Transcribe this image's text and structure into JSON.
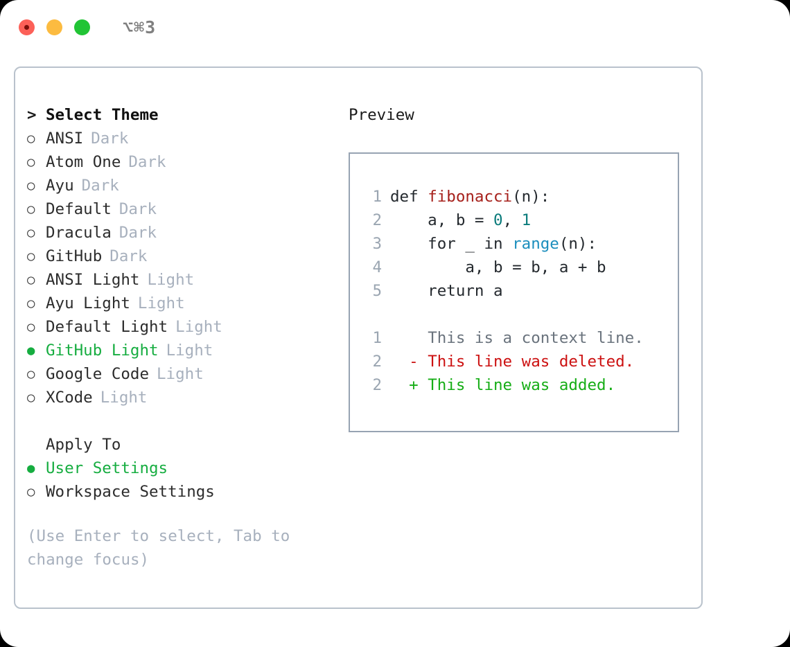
{
  "titlebar": {
    "shortcut": "⌥⌘3",
    "buttons": [
      "close",
      "minimize",
      "maximize"
    ]
  },
  "left_panel": {
    "header": {
      "caret": ">",
      "title": "Select Theme"
    },
    "radio_empty": "○",
    "radio_filled": "●",
    "themes": [
      {
        "name": "ANSI",
        "tag": "Dark",
        "selected": false
      },
      {
        "name": "Atom One",
        "tag": "Dark",
        "selected": false
      },
      {
        "name": "Ayu",
        "tag": "Dark",
        "selected": false
      },
      {
        "name": "Default",
        "tag": "Dark",
        "selected": false
      },
      {
        "name": "Dracula",
        "tag": "Dark",
        "selected": false
      },
      {
        "name": "GitHub",
        "tag": "Dark",
        "selected": false
      },
      {
        "name": "ANSI Light",
        "tag": "Light",
        "selected": false
      },
      {
        "name": "Ayu Light",
        "tag": "Light",
        "selected": false
      },
      {
        "name": "Default Light",
        "tag": "Light",
        "selected": false
      },
      {
        "name": "GitHub Light",
        "tag": "Light",
        "selected": true
      },
      {
        "name": "Google Code",
        "tag": "Light",
        "selected": false
      },
      {
        "name": "XCode",
        "tag": "Light",
        "selected": false
      }
    ],
    "apply_to": {
      "header": "Apply To",
      "options": [
        {
          "label": "User Settings",
          "selected": true
        },
        {
          "label": "Workspace Settings",
          "selected": false
        }
      ]
    },
    "hint": "(Use Enter to select, Tab to change focus)"
  },
  "right_panel": {
    "title": "Preview",
    "code": [
      {
        "lineno": "1",
        "tokens": [
          {
            "text": "def ",
            "type": "plain"
          },
          {
            "text": "fibonacci",
            "type": "fn"
          },
          {
            "text": "(n):",
            "type": "plain"
          }
        ]
      },
      {
        "lineno": "2",
        "tokens": [
          {
            "text": "    a, b = ",
            "type": "plain"
          },
          {
            "text": "0",
            "type": "num"
          },
          {
            "text": ", ",
            "type": "plain"
          },
          {
            "text": "1",
            "type": "num"
          }
        ]
      },
      {
        "lineno": "3",
        "tokens": [
          {
            "text": "    for _ in ",
            "type": "plain"
          },
          {
            "text": "range",
            "type": "builtin"
          },
          {
            "text": "(n):",
            "type": "plain"
          }
        ]
      },
      {
        "lineno": "4",
        "tokens": [
          {
            "text": "        a, b = b, a + b",
            "type": "plain"
          }
        ]
      },
      {
        "lineno": "5",
        "tokens": [
          {
            "text": "    return a",
            "type": "plain"
          }
        ]
      }
    ],
    "diff": [
      {
        "lineno": "1",
        "marker": " ",
        "text": "This is a context line.",
        "type": "ctx"
      },
      {
        "lineno": "2",
        "marker": "-",
        "text": "This line was deleted.",
        "type": "del"
      },
      {
        "lineno": "2",
        "marker": "+",
        "text": "This line was added.",
        "type": "add"
      }
    ]
  },
  "colors": {
    "selected_green": "#16ad40",
    "muted_gray": "#a7b0bd",
    "panel_border": "#b9c2cc",
    "preview_border": "#97a3b2",
    "lineno": "#9aa5b1",
    "fn_red": "#a6201b",
    "builtin_blue": "#1b8ebd",
    "number_teal": "#0a7b7b",
    "diff_del": "#cc1111",
    "diff_add": "#16ad16",
    "traffic_red": "#fc6058",
    "traffic_yellow": "#fcbb40",
    "traffic_green": "#21c435"
  }
}
